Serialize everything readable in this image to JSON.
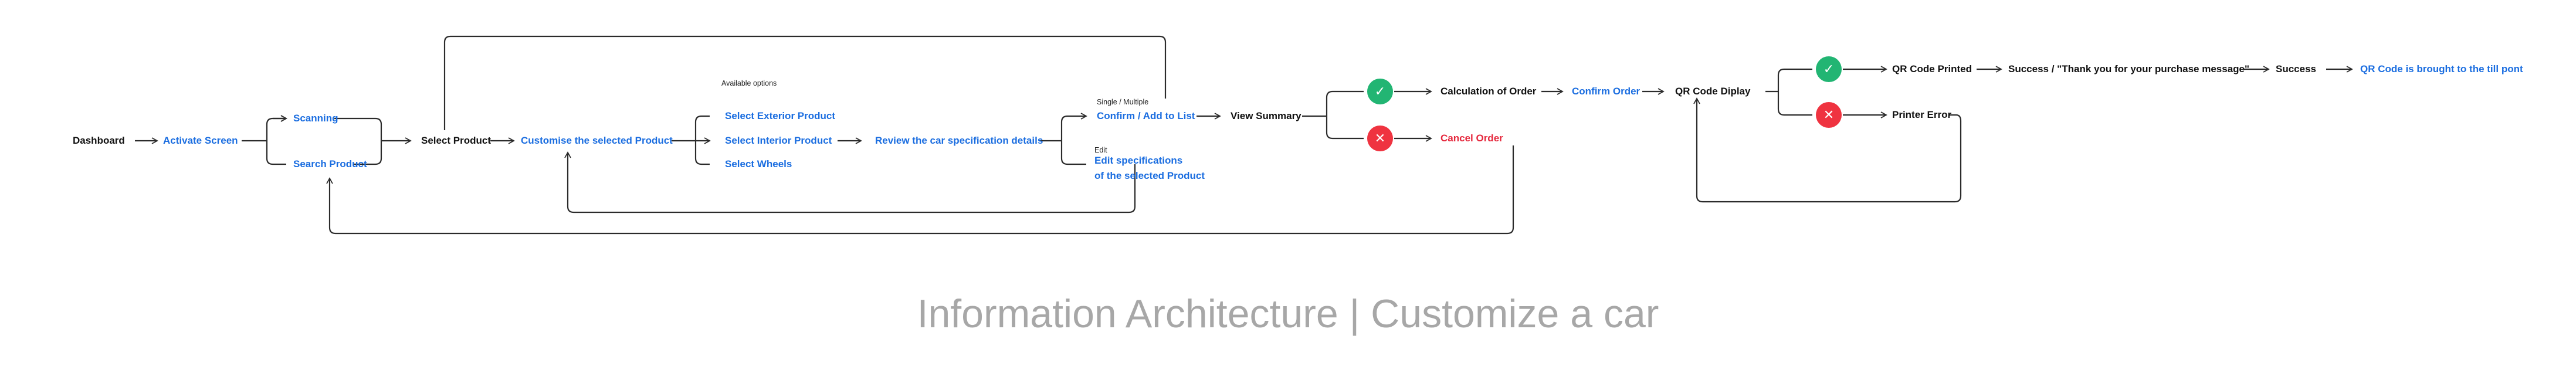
{
  "nodes": {
    "dashboard": "Dashboard",
    "activate_screen": "Activate Screen",
    "scanning": "Scanning",
    "search_product": "Search Product",
    "select_product": "Select Product",
    "customise_product": "Customise the selected Product",
    "available_options": "Available options",
    "select_exterior": "Select Exterior Product",
    "select_interior": "Select Interior Product",
    "select_wheels": "Select Wheels",
    "review_spec": "Review the car specification details",
    "single_multiple": "Single / Multiple",
    "confirm_add": "Confirm / Add to List",
    "edit_label": "Edit",
    "edit_spec_line1": "Edit specifications",
    "edit_spec_line2": "of the selected Product",
    "view_summary": "View Summary",
    "calculation_order": "Calculation of Order",
    "cancel_order": "Cancel Order",
    "confirm_order": "Confirm Order",
    "qr_display": "QR Code Diplay",
    "qr_printed": "QR Code Printed",
    "printer_error": "Printer Error",
    "success_message": "Success / \"Thank you for your purchase message\"",
    "success": "Success",
    "qr_till": "QR Code is brought to the till pont"
  },
  "icons": {
    "check": "check-icon",
    "cross": "close-icon"
  },
  "colors": {
    "link_blue": "#1a6de0",
    "error_red": "#e5283d",
    "success_green": "#22b573",
    "connector": "#2b2b2b",
    "title_gray": "#a7a7a7"
  },
  "footer": {
    "title": "Information Architecture | Customize a car"
  }
}
